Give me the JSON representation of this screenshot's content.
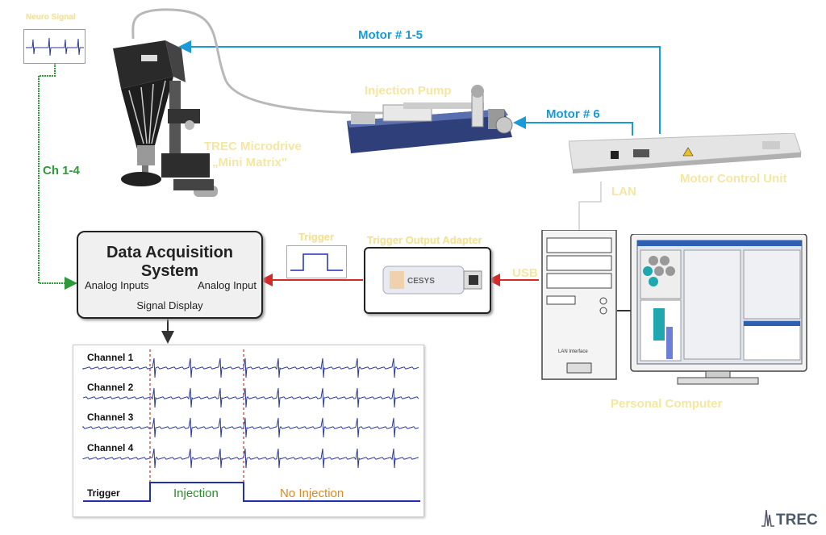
{
  "labels": {
    "motor_1_5": "Motor # 1-5",
    "motor_6": "Motor # 6",
    "ch_1_4": "Ch 1-4",
    "neuro_signal": "Neuro Signal",
    "injection_pump": "Injection Pump",
    "microdrive_line1": "TREC Microdrive",
    "microdrive_line2": "„Mini Matrix\"",
    "motor_control_unit": "Motor Control Unit",
    "lan": "LAN",
    "usb": "USB",
    "trigger": "Trigger",
    "trigger_output_adapter": "Trigger Output Adapter",
    "personal_computer": "Personal Computer",
    "lan_interface": "LAN Interface",
    "cesys": "CESYS"
  },
  "daq": {
    "title": "Data Acquisition System",
    "analog_inputs": "Analog Inputs",
    "analog_input": "Analog Input",
    "signal_display": "Signal Display"
  },
  "signals": {
    "channels": [
      "Channel 1",
      "Channel 2",
      "Channel 3",
      "Channel 4"
    ],
    "trigger_label": "Trigger",
    "injection": "Injection",
    "no_injection": "No Injection"
  },
  "colors": {
    "blue_line": "#1a9ad6",
    "green_line": "#2e9a3a",
    "red_line": "#d42a2a",
    "signal": "#2b3a9a",
    "trigger_line": "#2030b0",
    "injection_text": "#2e8a2e",
    "no_injection_text": "#d98a20"
  },
  "logo": {
    "text": "TREC"
  }
}
